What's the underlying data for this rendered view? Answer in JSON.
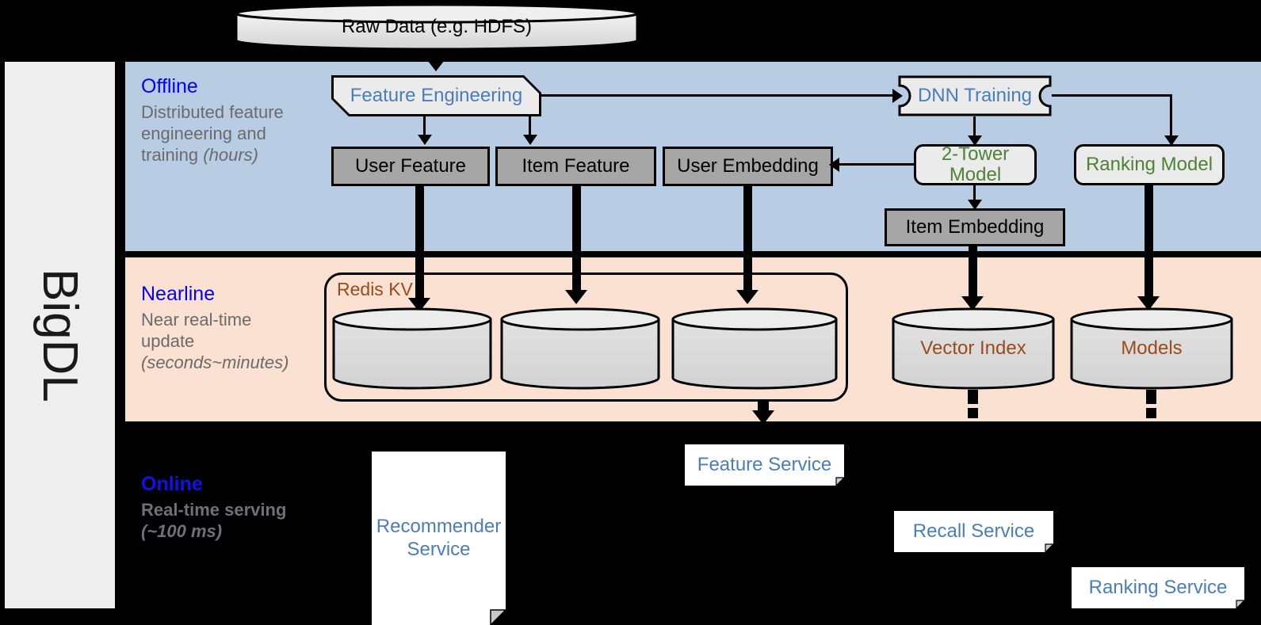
{
  "sidebar": {
    "label": "BigDL"
  },
  "layers": [
    {
      "id": "offline",
      "title": "Offline",
      "desc_plain": "Distributed feature engineering and training ",
      "desc_italic": "(hours)"
    },
    {
      "id": "nearline",
      "title": "Nearline",
      "desc_plain": "Near real-time update ",
      "desc_italic": "(seconds~minutes)"
    },
    {
      "id": "online",
      "title": "Online",
      "desc_plain": "Real-time serving ",
      "desc_italic": "(~100 ms)"
    }
  ],
  "nodes": {
    "raw_data": "Raw Data (e.g. HDFS)",
    "feature_engineering": "Feature Engineering",
    "dnn_training": "DNN Training",
    "user_feature": "User Feature",
    "item_feature": "Item Feature",
    "user_embedding": "User Embedding",
    "two_tower_model": "2-Tower Model",
    "ranking_model": "Ranking Model",
    "item_embedding": "Item Embedding",
    "redis_kv": "Redis KV",
    "vector_index": "Vector Index",
    "models": "Models",
    "recommender_service": "Recommender Service",
    "feature_service": "Feature Service",
    "recall_service": "Recall Service",
    "ranking_service": "Ranking Service"
  },
  "colors": {
    "offline_band": "#b8cce4",
    "nearline_band": "#fae1d1",
    "online_band": "#000000",
    "layer_title": "#0000ff",
    "layer_desc": "#6b6b6b",
    "grey_box": "#a6a6a6",
    "proc_box": "#ebebeb",
    "blue_text": "#4a7ebb",
    "green_text": "#4e8234",
    "rust_text": "#9c4a1a",
    "sidebar_bg": "#eeeeee"
  }
}
